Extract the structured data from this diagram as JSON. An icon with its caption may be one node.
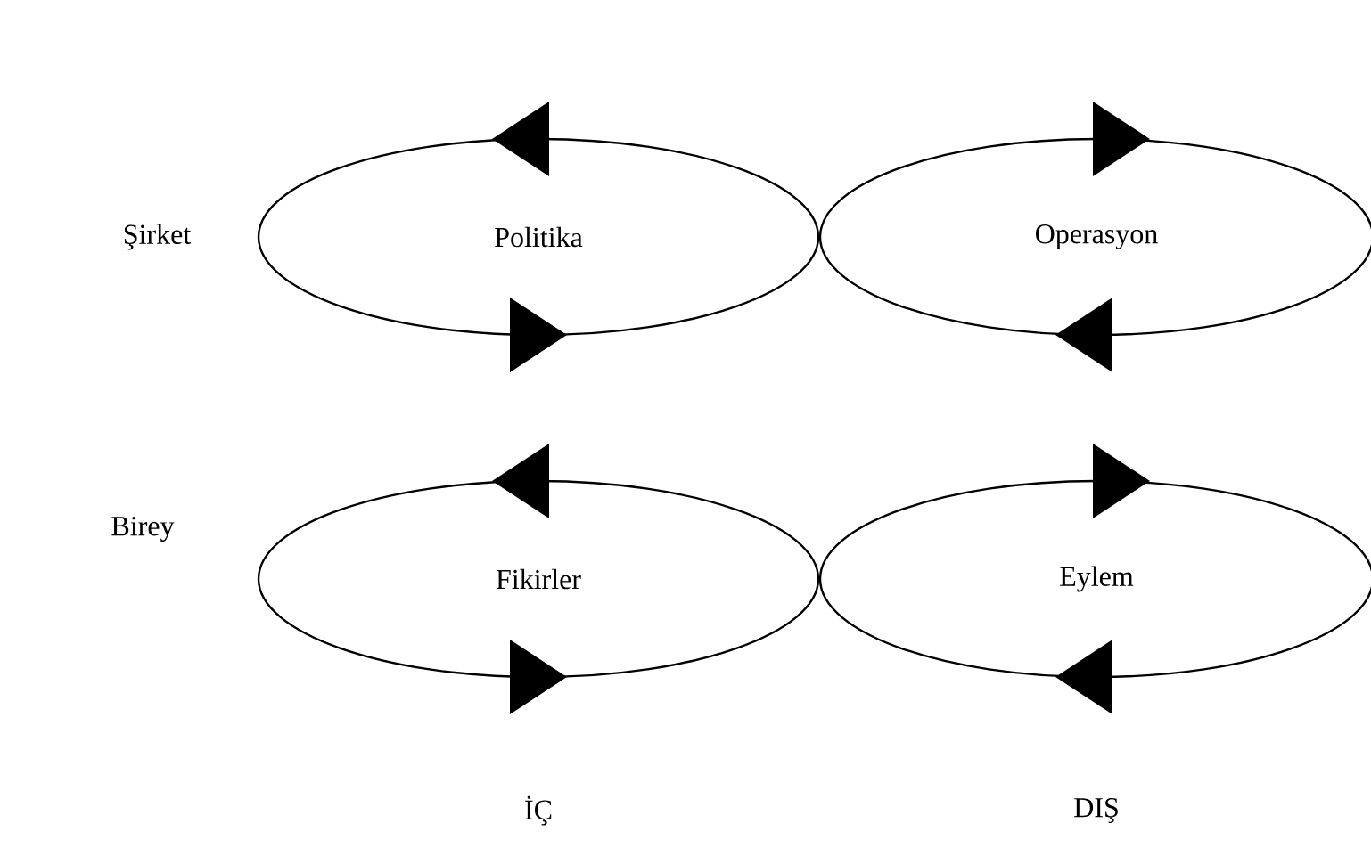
{
  "diagram": {
    "nodes": [
      {
        "text": [
          "Politika"
        ]
      },
      {
        "text": [
          "Operasyon"
        ]
      },
      {
        "text": [
          "Fikirler"
        ]
      },
      {
        "text": [
          "Eylem"
        ]
      }
    ],
    "labels": [
      "Şirket",
      "Birey",
      "İÇ",
      "DIŞ"
    ]
  }
}
